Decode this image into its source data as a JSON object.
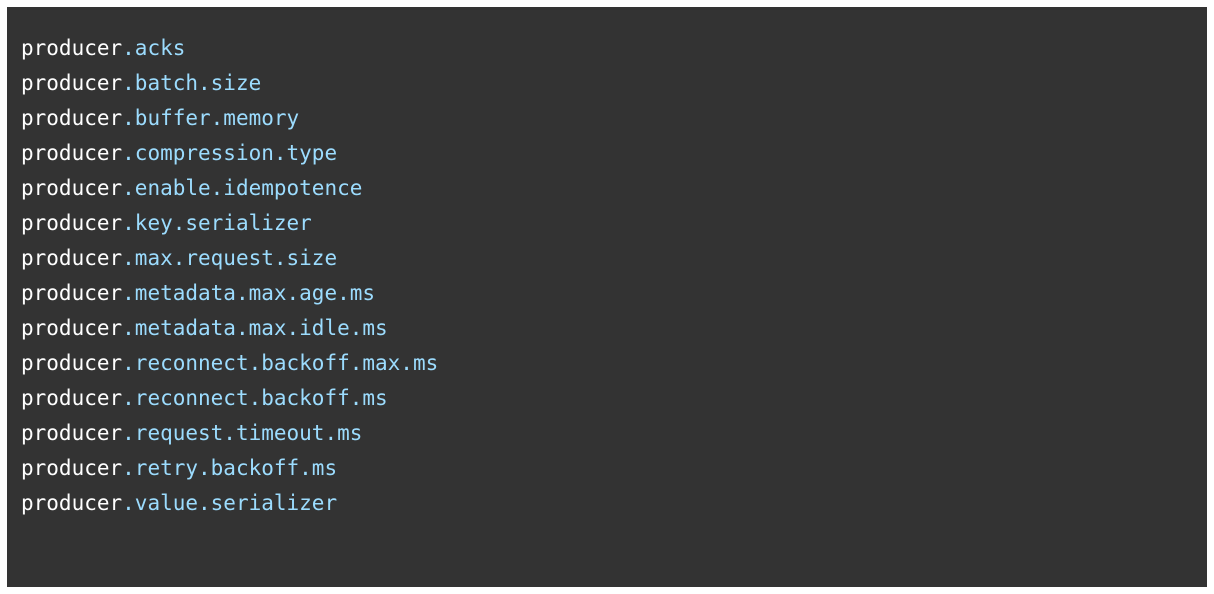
{
  "code_block": {
    "lines": [
      {
        "prefix": "producer",
        "key": ".acks"
      },
      {
        "prefix": "producer",
        "key": ".batch.size"
      },
      {
        "prefix": "producer",
        "key": ".buffer.memory"
      },
      {
        "prefix": "producer",
        "key": ".compression.type"
      },
      {
        "prefix": "producer",
        "key": ".enable.idempotence"
      },
      {
        "prefix": "producer",
        "key": ".key.serializer"
      },
      {
        "prefix": "producer",
        "key": ".max.request.size"
      },
      {
        "prefix": "producer",
        "key": ".metadata.max.age.ms"
      },
      {
        "prefix": "producer",
        "key": ".metadata.max.idle.ms"
      },
      {
        "prefix": "producer",
        "key": ".reconnect.backoff.max.ms"
      },
      {
        "prefix": "producer",
        "key": ".reconnect.backoff.ms"
      },
      {
        "prefix": "producer",
        "key": ".request.timeout.ms"
      },
      {
        "prefix": "producer",
        "key": ".retry.backoff.ms"
      },
      {
        "prefix": "producer",
        "key": ".value.serializer"
      }
    ]
  },
  "colors": {
    "background": "#333333",
    "prefix_text": "#ffffff",
    "key_text": "#9cdcfe"
  }
}
